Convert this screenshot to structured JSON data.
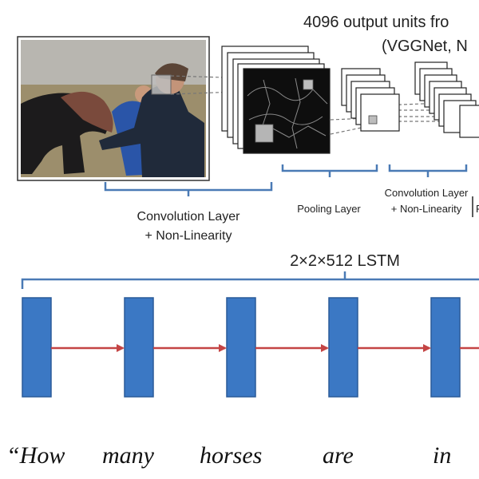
{
  "colors": {
    "bracket": "#4a7ab5",
    "lstm_fill": "#3b78c4",
    "lstm_stroke": "#2a5a99",
    "arrow": "#c44444",
    "photo_sky": "#b6b4ae",
    "photo_ground": "#9a8c6a"
  },
  "header": {
    "line1": "4096 output  units fro",
    "line2": "(VGGNet, N"
  },
  "labels": {
    "conv1_line1": "Convolution Layer",
    "conv1_line2": "+ Non-Linearity",
    "pool": "Pooling Layer",
    "conv2_line1": "Convolution Layer",
    "conv2_line2": "+ Non-Linearity",
    "edge_partial": "F",
    "lstm": "2×2×512 LSTM"
  },
  "question_words": [
    "“How",
    "many",
    "horses",
    "are",
    "in"
  ],
  "lstm_cell_count": 5,
  "icons": {
    "photo": "horse-and-people-photo",
    "feature_map": "edge-feature-map"
  }
}
